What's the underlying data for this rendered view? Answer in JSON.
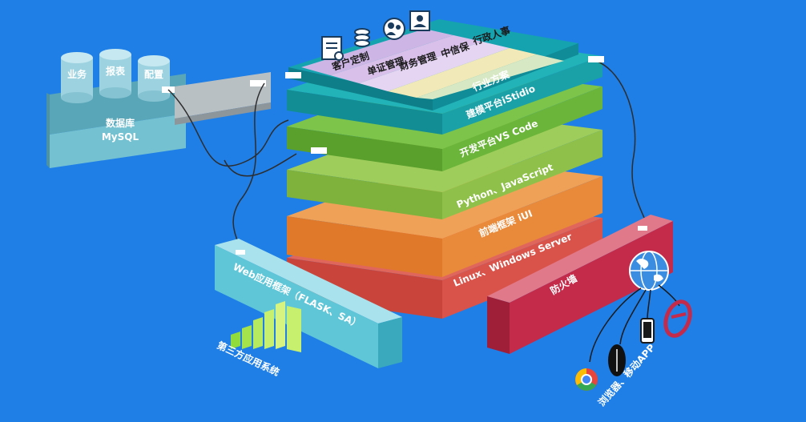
{
  "colors": {
    "background": "#1f7fe6",
    "layer_os": "#d9534a",
    "layer_frontend": "#e98a3a",
    "layer_language": "#8fc14a",
    "layer_devplatform": "#6bb53a",
    "layer_modeling": "#1aa1a8",
    "layer_app": "#15a3b0",
    "web_block": "#5fc6d8",
    "firewall": "#c42a4a",
    "database": "#6ab7c8"
  },
  "database": {
    "cylinders": [
      "业务",
      "报表",
      "配置"
    ],
    "label_line1": "数据库",
    "label_line2": "MySQL"
  },
  "layers": {
    "os": "Linux、Windows Server",
    "frontend": "前端框架 iUI",
    "language": "Python、JavaScript",
    "devplatform": "开发平台VS Code",
    "modeling": "建模平台iStidio"
  },
  "app_layer": {
    "modules": [
      "客户定制",
      "单证管理",
      "财务管理",
      "中信保",
      "行政人事"
    ],
    "side_label": "行业方案"
  },
  "web_framework": {
    "label": "Web应用框架（FLASK、SA）",
    "third_party": "第三方应用系统"
  },
  "firewall": {
    "label": "防火墙",
    "clients": "浏览器、移动APP"
  },
  "icons": [
    "document-icon",
    "coins-icon",
    "user-group-icon",
    "contact-card-icon",
    "globe-icon",
    "chrome-icon",
    "compass-icon",
    "smartphone-icon",
    "ie-browser-icon"
  ]
}
